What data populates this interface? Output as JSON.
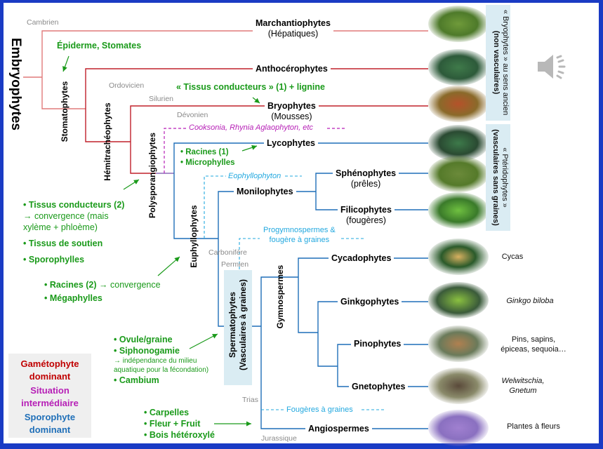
{
  "colors": {
    "frame": "#1a3bc4",
    "gametophyte": "#c00000",
    "intermediate": "#b61fb6",
    "sporophyte": "#1f6fb8",
    "innovation": "#1a9a1a",
    "fossil_cyan": "#22a8df",
    "panel": "#daecf3"
  },
  "root_label": "Embryophytes",
  "periods": {
    "cambrien": "Cambrien",
    "ordovicien": "Ordovicien",
    "silurien": "Silurien",
    "devonien": "Dévonien",
    "carbonifere": "Carbonifère",
    "permien": "Permien",
    "trias": "Trias",
    "jurassique": "Jurassique"
  },
  "clades": {
    "stomatophytes": "Stomatophytes",
    "hemitracheophytes": "Hémitrachéophytes",
    "polysporangiophytes": "Polysporangiophytes",
    "euphyllophytes": "Euphyllophytes",
    "spermatophytes": "Spermatophytes",
    "spermatophytes_sub": "(Vasculaires à graines)",
    "gymnospermes": "Gymnospermes",
    "monilophytes": "Monilophytes"
  },
  "taxa": [
    {
      "name": "Marchantiophytes",
      "sub": "(Hépatiques)",
      "desc": ""
    },
    {
      "name": "Anthocérophytes",
      "sub": "",
      "desc": ""
    },
    {
      "name": "Bryophytes",
      "sub": "(Mousses)",
      "desc": ""
    },
    {
      "name": "Lycophytes",
      "sub": "",
      "desc": ""
    },
    {
      "name": "Sphénophytes",
      "sub": "(prêles)",
      "desc": ""
    },
    {
      "name": "Filicophytes",
      "sub": "(fougères)",
      "desc": ""
    },
    {
      "name": "Cycadophytes",
      "sub": "",
      "desc": "Cycas"
    },
    {
      "name": "Ginkgophytes",
      "sub": "",
      "desc": "Ginkgo biloba"
    },
    {
      "name": "Pinophytes",
      "sub": "",
      "desc": "Pins, sapins,\népiceas, sequoia…"
    },
    {
      "name": "Gnetophytes",
      "sub": "",
      "desc": "Welwitschia,\nGnetum"
    },
    {
      "name": "Angiospermes",
      "sub": "",
      "desc": "Plantes à fleurs"
    }
  ],
  "innovations": {
    "stomates": "Épiderme, Stomates",
    "tissus1": "« Tissus conducteurs » (1) + lignine",
    "racines1": "• Racines (1)",
    "microphylles": "• Microphylles",
    "tissus2": "• Tissus conducteurs (2)",
    "tissus2_note1": "→ convergence (mais",
    "tissus2_note2": "xylème + phloème)",
    "soutien": "• Tissus de soutien",
    "sporophylles": "• Sporophylles",
    "racines2": "• Racines (2)",
    "racines2_note": " → convergence",
    "megaphylles": "• Mégaphylles",
    "ovule": "• Ovule/graine",
    "siphonogamie": "• Siphonogamie",
    "siphono_note1": "→ indépendance du milieu",
    "siphono_note2": "aquatique pour la fécondation)",
    "cambium": "• Cambium",
    "carpelles": "• Carpelles",
    "fleur": "• Fleur + Fruit",
    "bois": "• Bois hétéroxylé"
  },
  "fossils": {
    "cooksonia": "Cooksonia, Rhynia Aglaophyton, etc",
    "eophyllophyton": "Eophyllophyton",
    "progymno1": "Progymnospermes &",
    "progymno2": "fougère à graines",
    "fougeres_graines": "Fougères à graines"
  },
  "panels": {
    "bryophytes_line1": "« Bryophytes » au sens ancien",
    "bryophytes_line2": "(non vasculaires)",
    "pteridophytes_line1": "« Ptéridophytes »",
    "pteridophytes_line2": "(vasculaires sans graines)"
  },
  "legend": {
    "gametophyte1": "Gamétophyte",
    "gametophyte2": "dominant",
    "intermediate1": "Situation",
    "intermediate2": "intermédiaire",
    "sporophyte1": "Sporophyte",
    "sporophyte2": "dominant"
  },
  "audio_icon": "speaker-icon"
}
